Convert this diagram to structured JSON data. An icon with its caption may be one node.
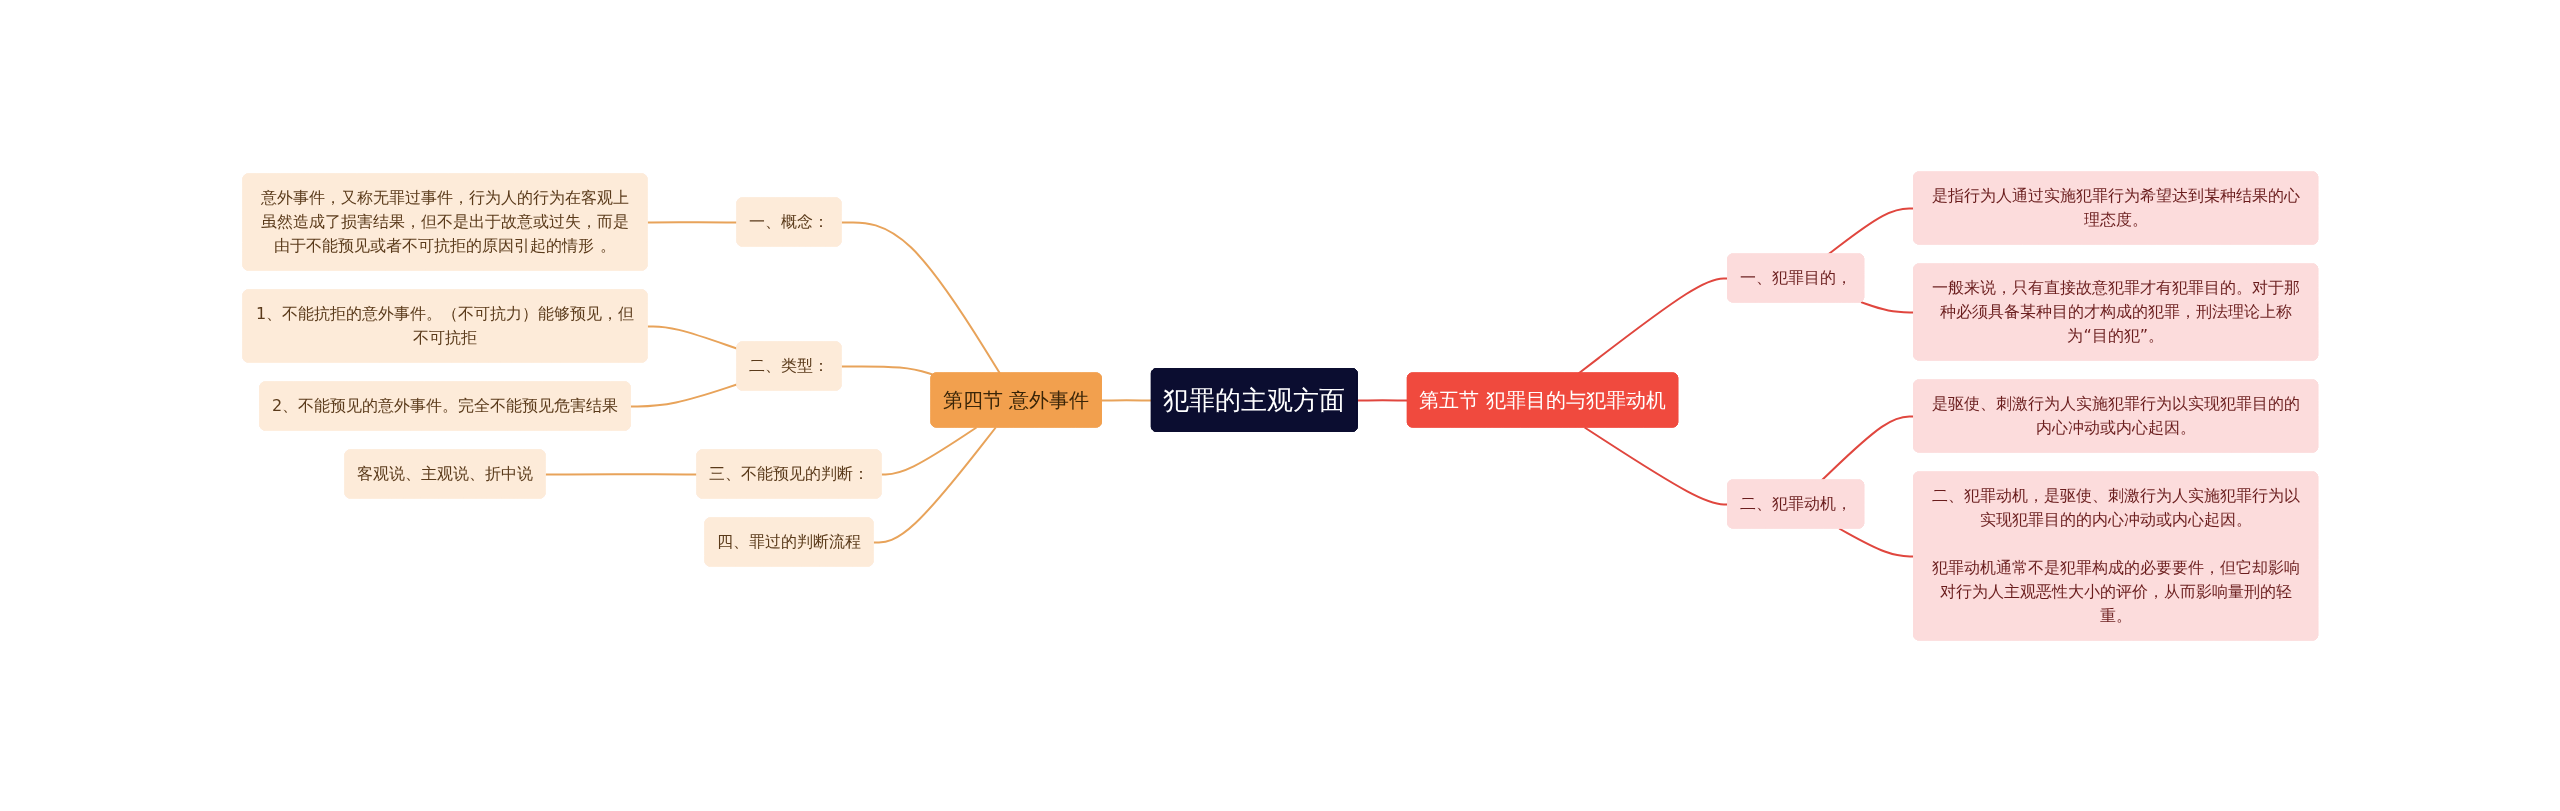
{
  "diagram": {
    "nodes": [
      {
        "text": [
          "犯罪的主观方面"
        ]
      },
      {
        "text": [
          "第四节 意外事件"
        ]
      },
      {
        "text": [
          "一、概念："
        ]
      },
      {
        "text": [
          "意外事件，又称无罪过事件，行为人的行为在客观上虽然造成了损害结果，但不是出于故意或过失，而是由于不能预见或者不可抗拒的原因引起的情形 。"
        ]
      },
      {
        "text": [
          "二、类型："
        ]
      },
      {
        "text": [
          "1、不能抗拒的意外事件。（不可抗力）能够预见，但不可抗拒"
        ]
      },
      {
        "text": [
          "2、不能预见的意外事件。完全不能预见危害结果"
        ]
      },
      {
        "text": [
          "三、不能预见的判断："
        ]
      },
      {
        "text": [
          "客观说、主观说、折中说"
        ]
      },
      {
        "text": [
          "四、罪过的判断流程"
        ]
      },
      {
        "text": [
          "第五节 犯罪目的与犯罪动机"
        ]
      },
      {
        "text": [
          "一、犯罪目的，"
        ]
      },
      {
        "text": [
          "是指行为人通过实施犯罪行为希望达到某种结果的心理态度。"
        ]
      },
      {
        "text": [
          "一般来说，只有直接故意犯罪才有犯罪目的。对于那种必须具备某种目的才构成的犯罪，刑法理论上称为“目的犯”。"
        ]
      },
      {
        "text": [
          "二、犯罪动机，"
        ]
      },
      {
        "text": [
          "是驱使、刺激行为人实施犯罪行为以实现犯罪目的的内心冲动或内心起因。"
        ]
      },
      {
        "text": [
          "二、犯罪动机，是驱使、刺激行为人实施犯罪行为以实现犯罪目的的内心冲动或内心起因。",
          "犯罪动机通常不是犯罪构成的必要要件，但它却影响对行为人主观恶性大小的评价，从而影响量刑的轻重。"
        ]
      }
    ],
    "edges": [
      {
        "from": 0,
        "to": 1,
        "arrow": "none"
      },
      {
        "from": 1,
        "to": 2,
        "arrow": "none"
      },
      {
        "from": 2,
        "to": 3,
        "arrow": "none"
      },
      {
        "from": 1,
        "to": 4,
        "arrow": "none"
      },
      {
        "from": 4,
        "to": 5,
        "arrow": "none"
      },
      {
        "from": 4,
        "to": 6,
        "arrow": "none"
      },
      {
        "from": 1,
        "to": 7,
        "arrow": "none"
      },
      {
        "from": 7,
        "to": 8,
        "arrow": "none"
      },
      {
        "from": 1,
        "to": 9,
        "arrow": "none"
      },
      {
        "from": 0,
        "to": 10,
        "arrow": "none",
        "color": "#e0463e"
      },
      {
        "from": 10,
        "to": 11,
        "arrow": "none",
        "color": "#e0463e"
      },
      {
        "from": 11,
        "to": 12,
        "arrow": "none",
        "color": "#e0463e"
      },
      {
        "from": 11,
        "to": 13,
        "arrow": "none",
        "color": "#e0463e"
      },
      {
        "from": 10,
        "to": 14,
        "arrow": "none",
        "color": "#e0463e"
      },
      {
        "from": 14,
        "to": 15,
        "arrow": "none",
        "color": "#e0463e"
      },
      {
        "from": 14,
        "to": 16,
        "arrow": "none",
        "color": "#e0463e"
      }
    ]
  }
}
